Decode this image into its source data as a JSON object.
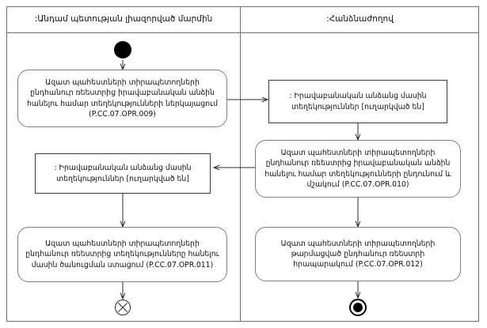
{
  "diagram": {
    "type": "uml-activity-diagram",
    "title": "",
    "colors": {
      "frame_border": "#6e6e6e",
      "action_border": "#808080",
      "object_border": "#3a3a3a",
      "edge": "#2b2b2b",
      "node_fill": "#000000",
      "background": "#ffffff"
    }
  },
  "swimlanes": [
    {
      "id": "lane-left",
      "title": ":Անդամ պետության լիազորված մարմին"
    },
    {
      "id": "lane-right",
      "title": ":Հանձնաժողով"
    }
  ],
  "nodes": {
    "initial": {
      "kind": "initial-node",
      "label": ""
    },
    "action_009": {
      "kind": "action",
      "lane": "lane-left",
      "text": "Ազատ պահեստների տիրապետողների ընդհանուր ռեեստրից իրավաբանական անձին հանելու համար տեղեկությունների ներկայացում (P.CC.07.OPR.009)",
      "code": "P.CC.07.OPR.009"
    },
    "object_sent_right": {
      "kind": "object-node",
      "lane": "lane-right",
      "text": ": Իրավաբանական անձանց մասին տեղեկություններ [ուղարկված են]",
      "state": "[ուղարկված են]"
    },
    "action_010": {
      "kind": "action",
      "lane": "lane-right",
      "text": "Ազատ պահեստների տիրապետողների ընդհանուր ռեեստրից իրավաբանական անձին հանելու համար տեղեկությունների ընդունում և մշակում (P.CC.07.OPR.010)",
      "code": "P.CC.07.OPR.010"
    },
    "object_sent_left": {
      "kind": "object-node",
      "lane": "lane-left",
      "text": ": Իրավաբանական անձանց մասին տեղեկություններ [ուղարկված են]",
      "state": "[ուղարկված են]"
    },
    "action_011": {
      "kind": "action",
      "lane": "lane-left",
      "text": "Ազատ պահեստների տիրապետողների ընդհանուր ռեեստրից տեղեկությունները հանելու մասին ծանուցման ստացում (P.CC.07.OPR.011)",
      "code": "P.CC.07.OPR.011"
    },
    "action_012": {
      "kind": "action",
      "lane": "lane-right",
      "text": "Ազատ պահեստների տիրապետողների թարմացված ընդհանուր ռեեստրի հրապարակում (P.CC.07.OPR.012)",
      "code": "P.CC.07.OPR.012"
    },
    "flow_final": {
      "kind": "flow-final-node",
      "label": ""
    },
    "activity_final": {
      "kind": "activity-final-node",
      "label": ""
    }
  },
  "edges": [
    {
      "from": "initial",
      "to": "action_009"
    },
    {
      "from": "action_009",
      "to": "object_sent_right"
    },
    {
      "from": "object_sent_right",
      "to": "action_010"
    },
    {
      "from": "action_010",
      "to": "object_sent_left"
    },
    {
      "from": "object_sent_left",
      "to": "action_011"
    },
    {
      "from": "action_011",
      "to": "flow_final"
    },
    {
      "from": "action_010",
      "to": "action_012"
    },
    {
      "from": "action_012",
      "to": "activity_final"
    }
  ]
}
